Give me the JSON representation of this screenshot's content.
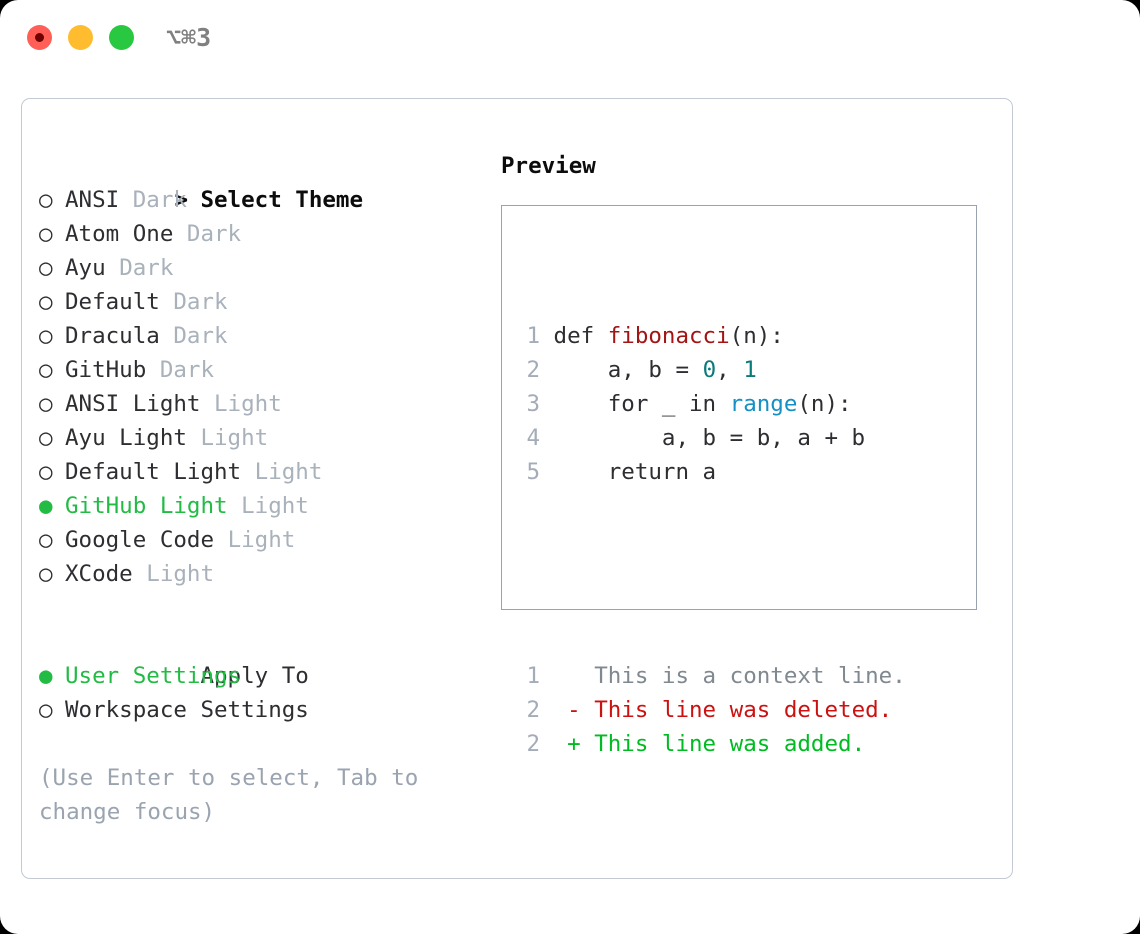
{
  "titlebar": {
    "shortcut": "⌥⌘3",
    "lights": [
      {
        "name": "close",
        "color": "#ff5f57"
      },
      {
        "name": "minimize",
        "color": "#febc2e"
      },
      {
        "name": "maximize",
        "color": "#28c840"
      }
    ]
  },
  "theme_picker": {
    "header": {
      "marker": ">",
      "label": "Select Theme"
    },
    "items": [
      {
        "marker": "○",
        "label": "ANSI",
        "category": "Dark",
        "selected": false
      },
      {
        "marker": "○",
        "label": "Atom One",
        "category": "Dark",
        "selected": false
      },
      {
        "marker": "○",
        "label": "Ayu",
        "category": "Dark",
        "selected": false
      },
      {
        "marker": "○",
        "label": "Default",
        "category": "Dark",
        "selected": false
      },
      {
        "marker": "○",
        "label": "Dracula",
        "category": "Dark",
        "selected": false
      },
      {
        "marker": "○",
        "label": "GitHub",
        "category": "Dark",
        "selected": false
      },
      {
        "marker": "○",
        "label": "ANSI Light",
        "category": "Light",
        "selected": false
      },
      {
        "marker": "○",
        "label": "Ayu Light",
        "category": "Light",
        "selected": false
      },
      {
        "marker": "○",
        "label": "Default Light",
        "category": "Light",
        "selected": false
      },
      {
        "marker": "●",
        "label": "GitHub Light",
        "category": "Light",
        "selected": true
      },
      {
        "marker": "○",
        "label": "Google Code",
        "category": "Light",
        "selected": false
      },
      {
        "marker": "○",
        "label": "XCode",
        "category": "Light",
        "selected": false
      }
    ]
  },
  "apply_to": {
    "header": {
      "marker": " ",
      "label": "Apply To"
    },
    "items": [
      {
        "marker": "●",
        "label": "User Settings",
        "selected": true
      },
      {
        "marker": "○",
        "label": "Workspace Settings",
        "selected": false
      }
    ]
  },
  "hint": "(Use Enter to select, Tab to change focus)",
  "preview": {
    "title": "Preview",
    "code_lines": [
      {
        "num": "1",
        "tokens": [
          {
            "t": "def ",
            "c": "plain"
          },
          {
            "t": "fibonacci",
            "c": "func"
          },
          {
            "t": "(n):",
            "c": "plain"
          }
        ]
      },
      {
        "num": "2",
        "tokens": [
          {
            "t": "    a, b = ",
            "c": "plain"
          },
          {
            "t": "0",
            "c": "num"
          },
          {
            "t": ", ",
            "c": "plain"
          },
          {
            "t": "1",
            "c": "num"
          }
        ]
      },
      {
        "num": "3",
        "tokens": [
          {
            "t": "    for _ in ",
            "c": "plain"
          },
          {
            "t": "range",
            "c": "built"
          },
          {
            "t": "(n):",
            "c": "plain"
          }
        ]
      },
      {
        "num": "4",
        "tokens": [
          {
            "t": "        a, b = b, a + b",
            "c": "plain"
          }
        ]
      },
      {
        "num": "5",
        "tokens": [
          {
            "t": "    return a",
            "c": "plain"
          }
        ]
      }
    ],
    "diff_lines": [
      {
        "num": "1",
        "sign": " ",
        "text": "This is a context line.",
        "kind": "ctx"
      },
      {
        "num": "2",
        "sign": "-",
        "text": "This line was deleted.",
        "kind": "del"
      },
      {
        "num": "2",
        "sign": "+",
        "text": "This line was added.",
        "kind": "add"
      }
    ]
  },
  "colors": {
    "accent_green": "#22bb44",
    "muted_gray": "#a9b1bb",
    "hint_gray": "#9aa3b0",
    "code_func_red": "#a31515",
    "code_number_teal": "#0b7a7a",
    "code_builtin_blue": "#1590c4",
    "diff_add_green": "#00bb22",
    "diff_del_red": "#cc1111",
    "panel_border": "#c3cad3",
    "preview_border": "#97a3b1"
  }
}
